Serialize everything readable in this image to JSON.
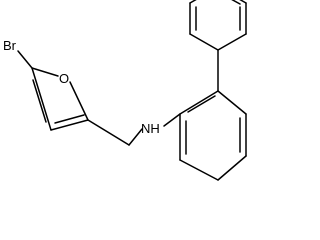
{
  "molecule": {
    "atoms": {
      "bromine": "Br",
      "oxygen": "O",
      "nitrogen_h": "NH"
    }
  }
}
